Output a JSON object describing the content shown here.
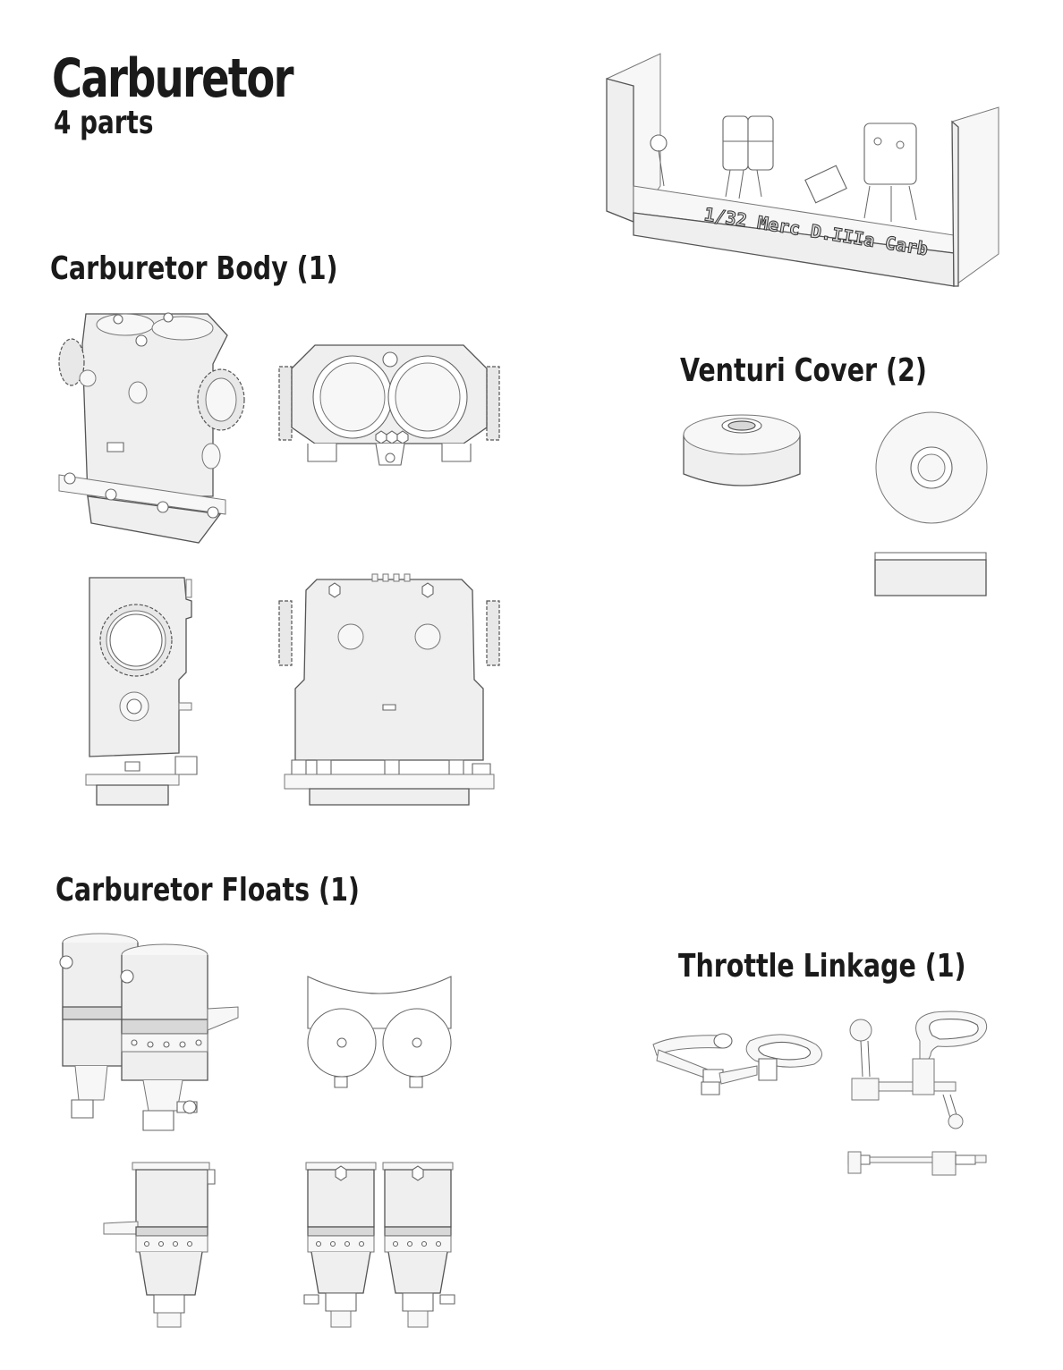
{
  "header": {
    "title": "Carburetor",
    "subtitle": "4 parts"
  },
  "sections": {
    "body": {
      "title": "Carburetor Body (1)"
    },
    "venturi": {
      "title": "Venturi Cover (2)"
    },
    "floats": {
      "title": "Carburetor Floats (1)"
    },
    "linkage": {
      "title": "Throttle Linkage (1)"
    }
  },
  "print_base": {
    "label": "1/32 Merc D.IIIa Carb"
  },
  "icons": {
    "drawing_style": "grayscale-line-render"
  }
}
